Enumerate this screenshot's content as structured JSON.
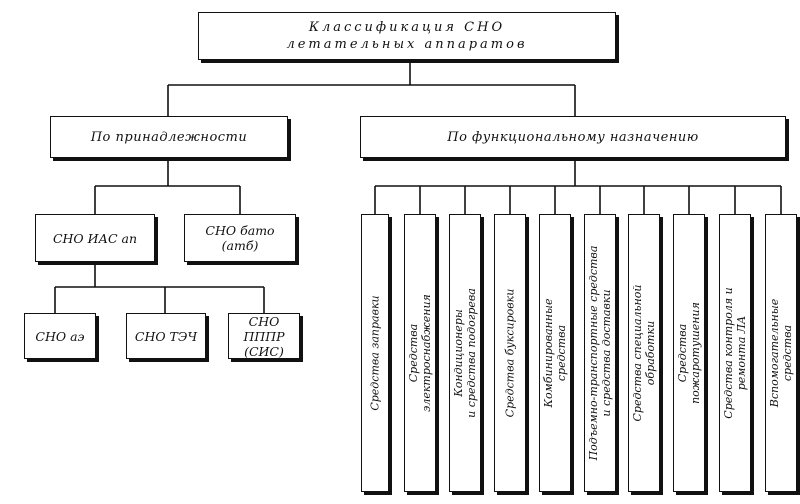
{
  "root": {
    "line1": "Классификация СНО",
    "line2": "летательных аппаратов"
  },
  "left": {
    "title": "По принадлежности",
    "sno_ias": "СНО ИАС ап",
    "sno_bato": {
      "line1": "СНО бато",
      "line2": "(атб)"
    },
    "sno_ae": "СНО аэ",
    "sno_tech": "СНО ТЭЧ",
    "sno_pppr": {
      "line1": "СНО ПППР",
      "line2": "(СИС)"
    }
  },
  "right": {
    "title": "По функциональному назначению",
    "items": [
      {
        "line1": "Средства  заправки",
        "line2": ""
      },
      {
        "line1": "Средства",
        "line2": "электроснабжения"
      },
      {
        "line1": "Кондиционеры",
        "line2": "и средства подогрева"
      },
      {
        "line1": "Средства  буксировки",
        "line2": ""
      },
      {
        "line1": "Комбинированные",
        "line2": "средства"
      },
      {
        "line1": "Подъемно-транспортные средства",
        "line2": "и средства доставки"
      },
      {
        "line1": "Средства специальной",
        "line2": "обработки"
      },
      {
        "line1": "Средства",
        "line2": "пожаротушения"
      },
      {
        "line1": "Средства контроля и",
        "line2": "ремонта ЛА"
      },
      {
        "line1": "Вспомогательные",
        "line2": "средства"
      }
    ]
  }
}
